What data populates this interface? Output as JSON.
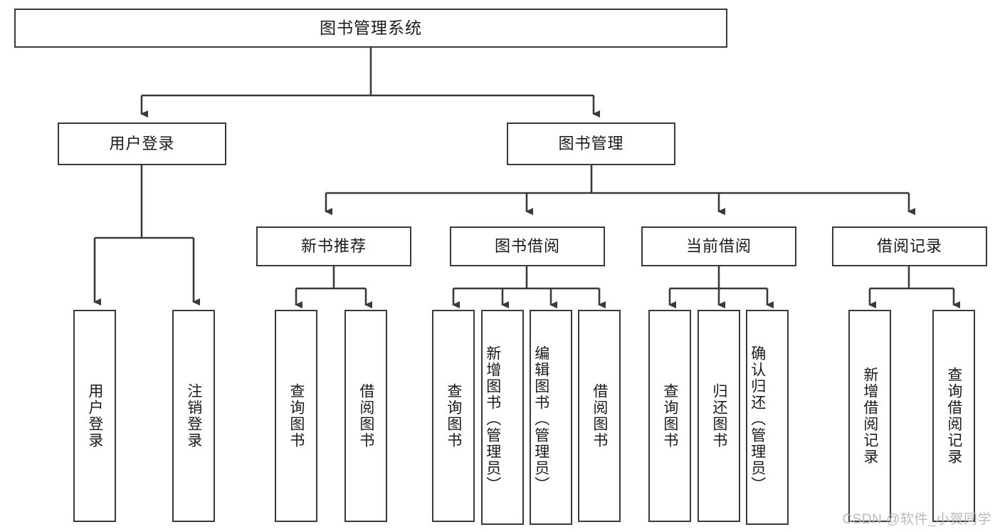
{
  "diagram": {
    "title": "图书管理系统",
    "type": "hierarchy-tree",
    "root": {
      "label": "图书管理系统"
    },
    "level2": [
      {
        "id": "user-login",
        "label": "用户登录"
      },
      {
        "id": "book-manage",
        "label": "图书管理"
      }
    ],
    "level3": [
      {
        "id": "new-book-recommend",
        "label": "新书推荐",
        "parent": "book-manage"
      },
      {
        "id": "book-borrow",
        "label": "图书借阅",
        "parent": "book-manage"
      },
      {
        "id": "current-borrow",
        "label": "当前借阅",
        "parent": "book-manage"
      },
      {
        "id": "borrow-record",
        "label": "借阅记录",
        "parent": "book-manage"
      }
    ],
    "leaves": {
      "user-login": [
        {
          "id": "leaf-user-login",
          "label": "用户登录"
        },
        {
          "id": "leaf-user-logout",
          "label": "注销登录"
        }
      ],
      "new-book-recommend": [
        {
          "id": "leaf-query-book-1",
          "label": "查询图书"
        },
        {
          "id": "leaf-borrow-book-1",
          "label": "借阅图书"
        }
      ],
      "book-borrow": [
        {
          "id": "leaf-query-book-2",
          "label": "查询图书"
        },
        {
          "id": "leaf-add-book",
          "label": "新增图书（管理员）"
        },
        {
          "id": "leaf-edit-book",
          "label": "编辑图书（管理员）"
        },
        {
          "id": "leaf-borrow-book-2",
          "label": "借阅图书"
        }
      ],
      "current-borrow": [
        {
          "id": "leaf-query-book-3",
          "label": "查询图书"
        },
        {
          "id": "leaf-return-book",
          "label": "归还图书"
        },
        {
          "id": "leaf-confirm-return",
          "label": "确认归还（管理员）"
        }
      ],
      "borrow-record": [
        {
          "id": "leaf-add-record",
          "label": "新增借阅记录"
        },
        {
          "id": "leaf-query-record",
          "label": "查询借阅记录"
        }
      ]
    }
  },
  "watermark": {
    "text": "CSDN @软件_小贺同学"
  },
  "colors": {
    "stroke": "#3a3a3a",
    "text": "#1a1a1a",
    "background": "#ffffff",
    "watermark": "#b9b9b9"
  }
}
